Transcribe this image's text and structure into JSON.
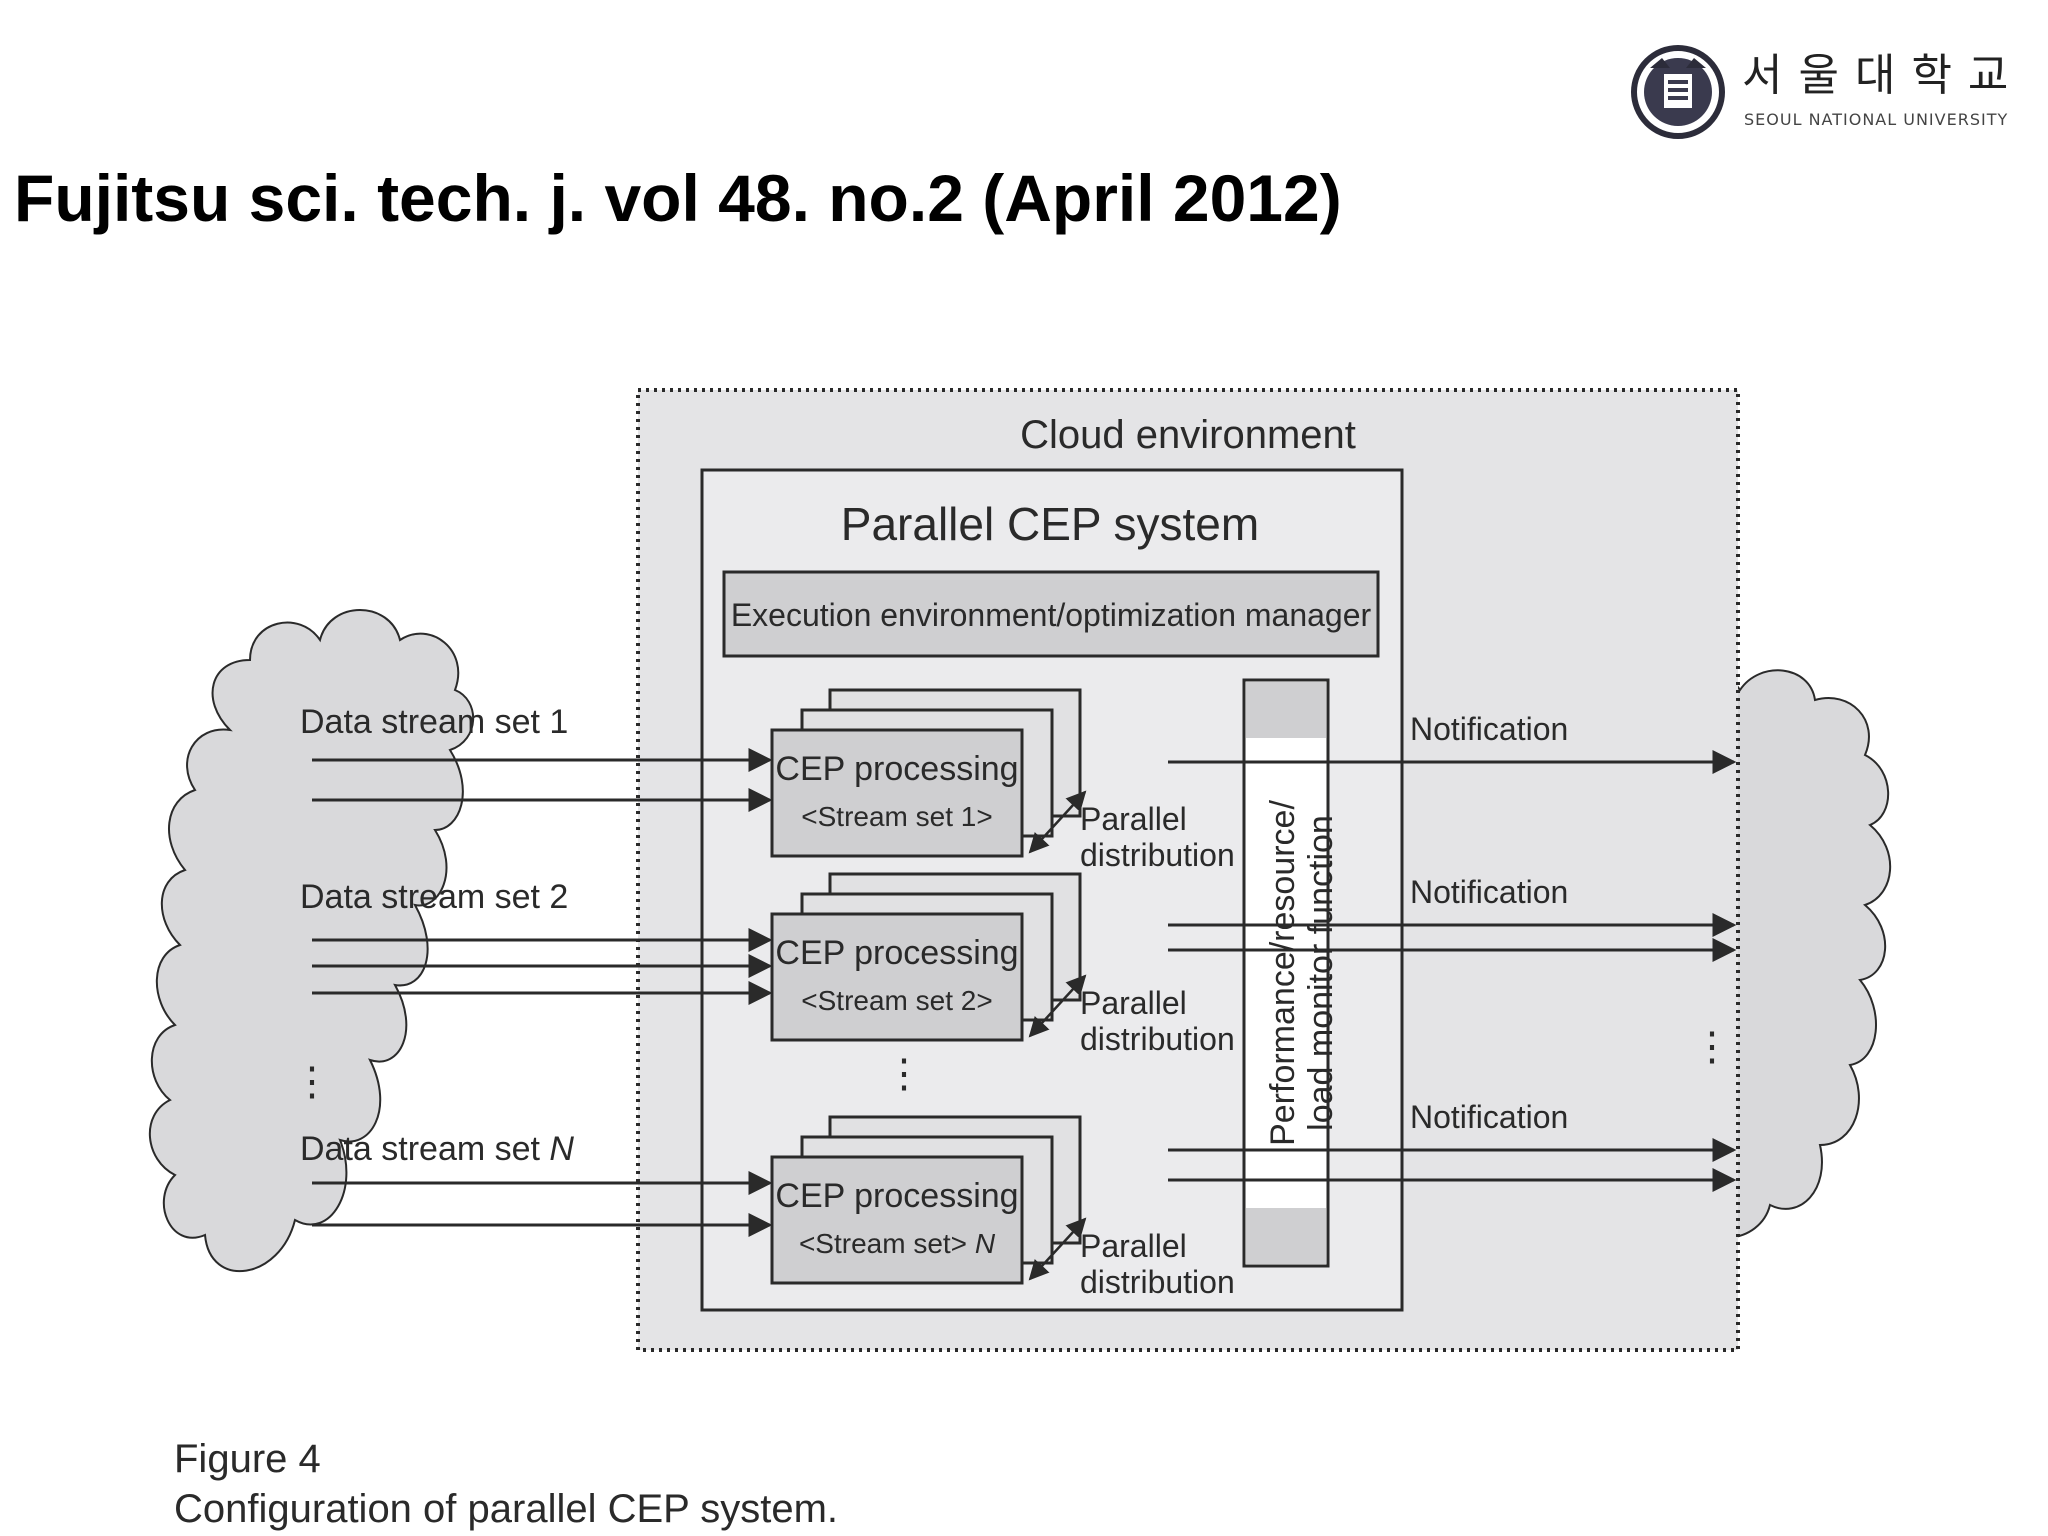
{
  "slide": {
    "title": "Fujitsu sci. tech. j. vol 48. no.2 (April 2012)"
  },
  "logo": {
    "korean": "서울대학교",
    "english": "SEOUL NATIONAL UNIVERSITY"
  },
  "diagram": {
    "cloud_environment_label": "Cloud environment",
    "parallel_cep_label": "Parallel CEP system",
    "manager_label": "Execution environment/optimization manager",
    "monitor_label_line1": "Performance/resource/",
    "monitor_label_line2": "load monitor function",
    "left_ellipsis": "⋮",
    "middle_ellipsis": "⋮",
    "right_ellipsis": "⋮",
    "stream_sets": [
      {
        "label_prefix": "Data stream set ",
        "label_suffix": "1",
        "cep_title": "CEP processing",
        "cep_sub_prefix": "<Stream set 1>",
        "cep_sub_suffix": "",
        "distribution_line1": "Parallel",
        "distribution_line2": "distribution",
        "notification": "Notification",
        "input_arrows": 2,
        "output_arrows": 1
      },
      {
        "label_prefix": "Data stream set ",
        "label_suffix": "2",
        "cep_title": "CEP processing",
        "cep_sub_prefix": "<Stream set 2>",
        "cep_sub_suffix": "",
        "distribution_line1": "Parallel",
        "distribution_line2": "distribution",
        "notification": "Notification",
        "input_arrows": 3,
        "output_arrows": 2
      },
      {
        "label_prefix": "Data stream set ",
        "label_suffix": "N",
        "cep_title": "CEP processing",
        "cep_sub_prefix": "<Stream set> ",
        "cep_sub_suffix": "N",
        "distribution_line1": "Parallel",
        "distribution_line2": "distribution",
        "notification": "Notification",
        "input_arrows": 2,
        "output_arrows": 2
      }
    ]
  },
  "caption": {
    "figure_number": "Figure 4",
    "figure_title": "Configuration of parallel CEP system."
  },
  "colors": {
    "cloud_fill": "#d9d9db",
    "environment_fill": "#e4e4e6",
    "box_fill": "#cfcfd1",
    "stroke": "#2a2a2a"
  }
}
